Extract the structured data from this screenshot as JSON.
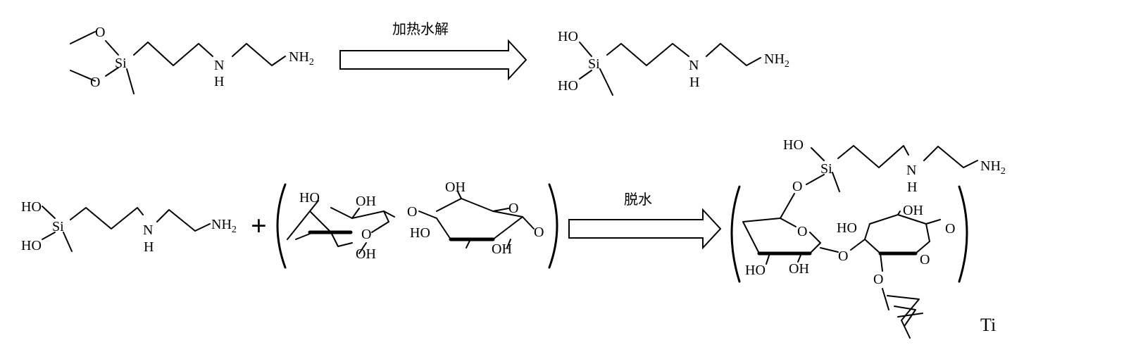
{
  "reaction1": {
    "condition": "加热水解",
    "reactant": {
      "o_top": "O",
      "o_bottom": "O",
      "si": "Si",
      "nh": "N",
      "h": "H",
      "nh2": "NH",
      "nh2_sub": "2"
    },
    "product": {
      "ho_top": "HO",
      "ho_bottom": "HO",
      "si": "Si",
      "nh": "N",
      "h": "H",
      "nh2": "NH",
      "nh2_sub": "2"
    }
  },
  "reaction2": {
    "condition": "脱水",
    "plus": "+",
    "silanol": {
      "ho_top": "HO",
      "ho_bottom": "HO",
      "si": "Si",
      "nh": "N",
      "h": "H",
      "nh2": "NH",
      "nh2_sub": "2"
    },
    "cellulose": {
      "left_ring": {
        "ho1": "HO",
        "oh1": "OH",
        "o_ring": "O",
        "oh2": "OH"
      },
      "bridge_o": "O",
      "right_ring": {
        "oh_top": "OH",
        "o_ring": "O",
        "ho": "HO",
        "oh": "OH",
        "o_end": "O"
      }
    },
    "product": {
      "ho": "HO",
      "si": "Si",
      "nh": "N",
      "h": "H",
      "nh2": "NH",
      "nh2_sub": "2",
      "o_link": "O",
      "left_ring": {
        "o_ring": "O",
        "ho": "HO",
        "oh": "OH"
      },
      "bridge_o": "O",
      "right_ring": {
        "oh_top": "OH",
        "ho": "HO",
        "o_ring": "O",
        "o_end": "O",
        "o_bottom": "O"
      },
      "watermark": "Ti"
    }
  }
}
